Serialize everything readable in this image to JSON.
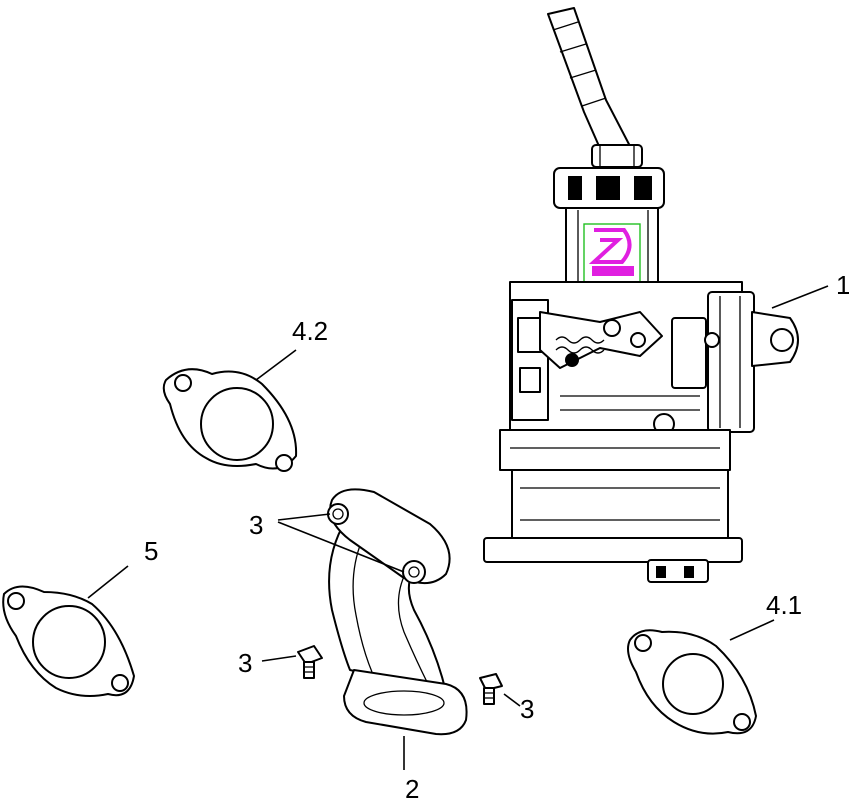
{
  "callouts": {
    "carburetor": "1",
    "intake_pipe": "2",
    "bolt_upper": "3",
    "bolt_left": "3",
    "bolt_right": "3",
    "gasket_4_1": "4.1",
    "gasket_4_2": "4.2",
    "gasket_5": "5"
  },
  "colors": {
    "line": "#000000",
    "logo": "#e020e0",
    "logo_frame": "#22c022",
    "background": "#ffffff"
  }
}
